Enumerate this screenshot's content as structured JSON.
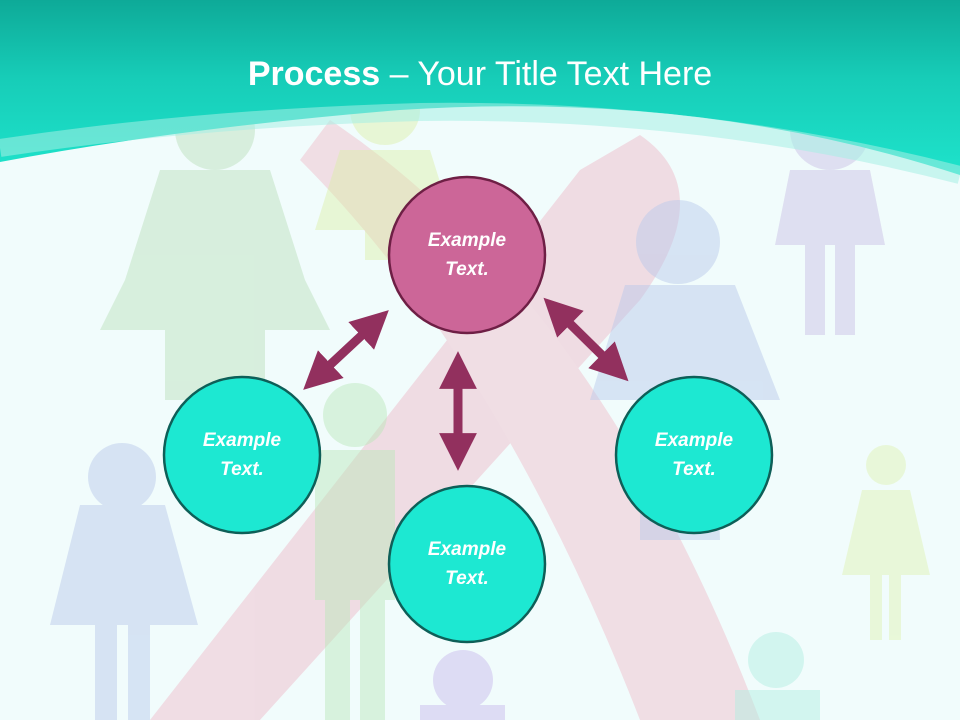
{
  "header": {
    "title_bold": "Process",
    "title_sep": " – ",
    "title_rest": "Your Title Text Here"
  },
  "diagram": {
    "center": {
      "line1": "Example",
      "line2": "Text."
    },
    "left": {
      "line1": "Example",
      "line2": "Text."
    },
    "bottom": {
      "line1": "Example",
      "line2": "Text."
    },
    "right": {
      "line1": "Example",
      "line2": "Text."
    }
  },
  "colors": {
    "header": "#15c9b4",
    "center_fill": "#cc6698",
    "node_fill": "#1de8d2",
    "arrow": "#92305e"
  }
}
